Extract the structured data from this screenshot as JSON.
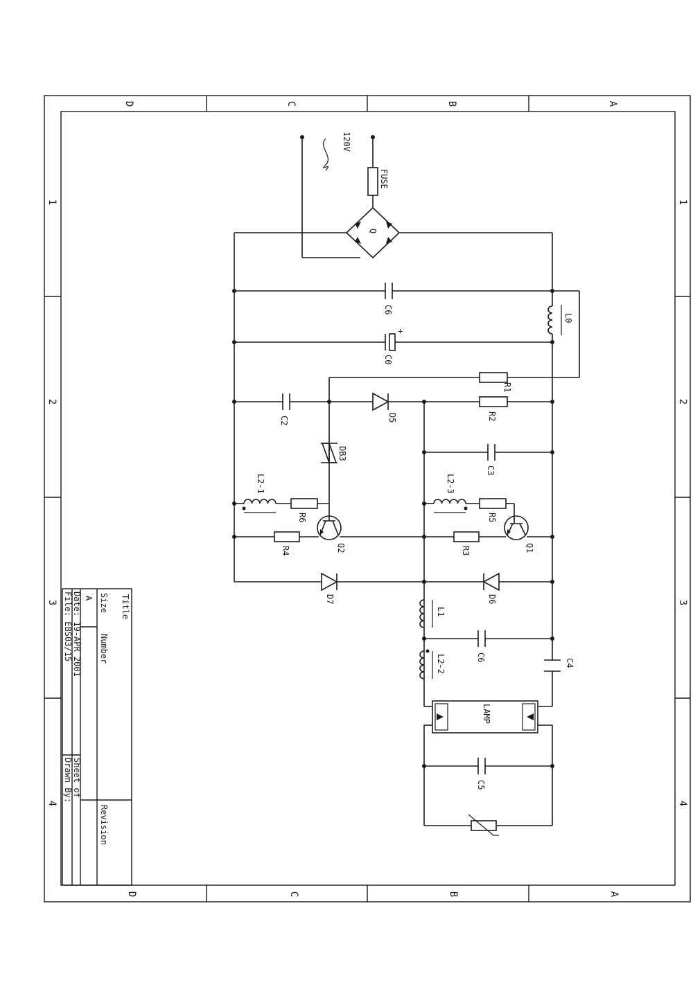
{
  "frame": {
    "columns": [
      "D",
      "C",
      "B",
      "A"
    ],
    "rows": [
      "1",
      "2",
      "3",
      "4"
    ]
  },
  "title_block": {
    "title_label": "Title",
    "size_label": "Size",
    "size_value": "A",
    "number_label": "Number",
    "revision_label": "Revision",
    "date_line": "Date: 19-APR 2001",
    "file_line": "File: EBS03/15",
    "sheet_line": "Sheet of",
    "drawn_line": "Drawn By:"
  },
  "components": {
    "supply": "120V",
    "fuse": "FUSE",
    "bridge": "Q",
    "c_filter_top": "C6",
    "inductor_l0": "L0",
    "c_electrolytic": "C0",
    "r1": "R1",
    "r2": "R2",
    "c2": "C2",
    "d5": "D5",
    "db3": "DB3",
    "c3": "C3",
    "l2_1": "L2-1",
    "r6": "R6",
    "l2_3": "L2-3",
    "r5": "R5",
    "q2": "Q2",
    "q1": "Q1",
    "r4": "R4",
    "r3": "R3",
    "d7": "D7",
    "d6": "D6",
    "l1": "L1",
    "c_mid": "C6",
    "l2_2": "L2-2",
    "c4": "C4",
    "lamp": "LAMP",
    "c5": "C5"
  }
}
